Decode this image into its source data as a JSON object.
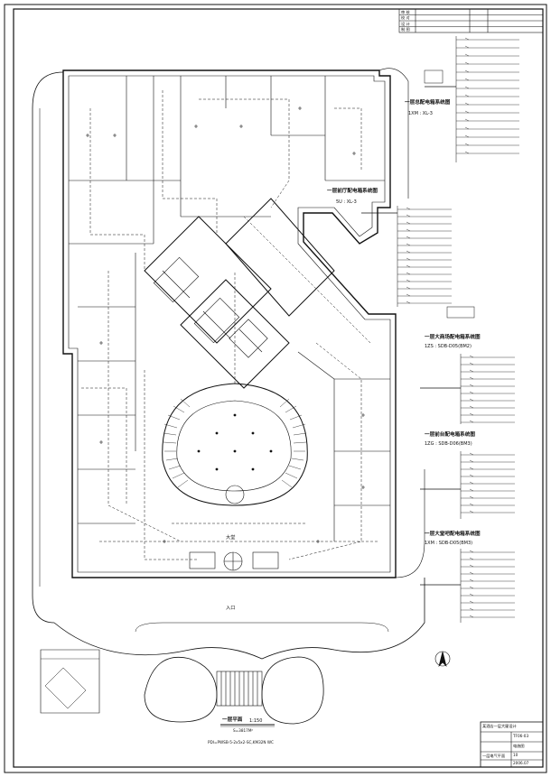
{
  "sheet": {
    "width": 610,
    "height": 861,
    "line_color": "#111111",
    "background": "#ffffff"
  },
  "schedules": [
    {
      "id": "s1",
      "title": "一层总配电箱系统图",
      "subtitle": "1XM : XL-3"
    },
    {
      "id": "s2",
      "title": "一层前厅配电箱系统图",
      "subtitle": "5U : XL-3"
    },
    {
      "id": "s3",
      "title": "一层大商场配电箱系统图",
      "subtitle": "1ZS : SDB-D05(BM2)"
    },
    {
      "id": "s4",
      "title": "一层前台配电箱系统图",
      "subtitle": "1ZG : SDB-D06(BM3)"
    },
    {
      "id": "s5",
      "title": "一层大堂吧配电箱系统图",
      "subtitle": "1XM : SDB-D05(BM3)"
    }
  ],
  "plan": {
    "title": "一层平面",
    "scale": "1:150",
    "note": "S=3817M²",
    "feeder_note": "PDI=PWSB-5-2x5x2-SC,KM32N WC",
    "rooms": [
      {
        "id": "lobby_center",
        "text": "大堂"
      },
      {
        "id": "lobby_entrance",
        "text": "入口"
      }
    ]
  },
  "title_block": {
    "rows": [
      "审 核",
      "校 对",
      "设 计",
      "制 图"
    ],
    "project": "某酒店一层大厦设计",
    "drawing_name": "一层电气平面",
    "drawing_no": "TF06-03",
    "discipline": "电施图",
    "sheet_no": "10",
    "date": "2006.07"
  }
}
